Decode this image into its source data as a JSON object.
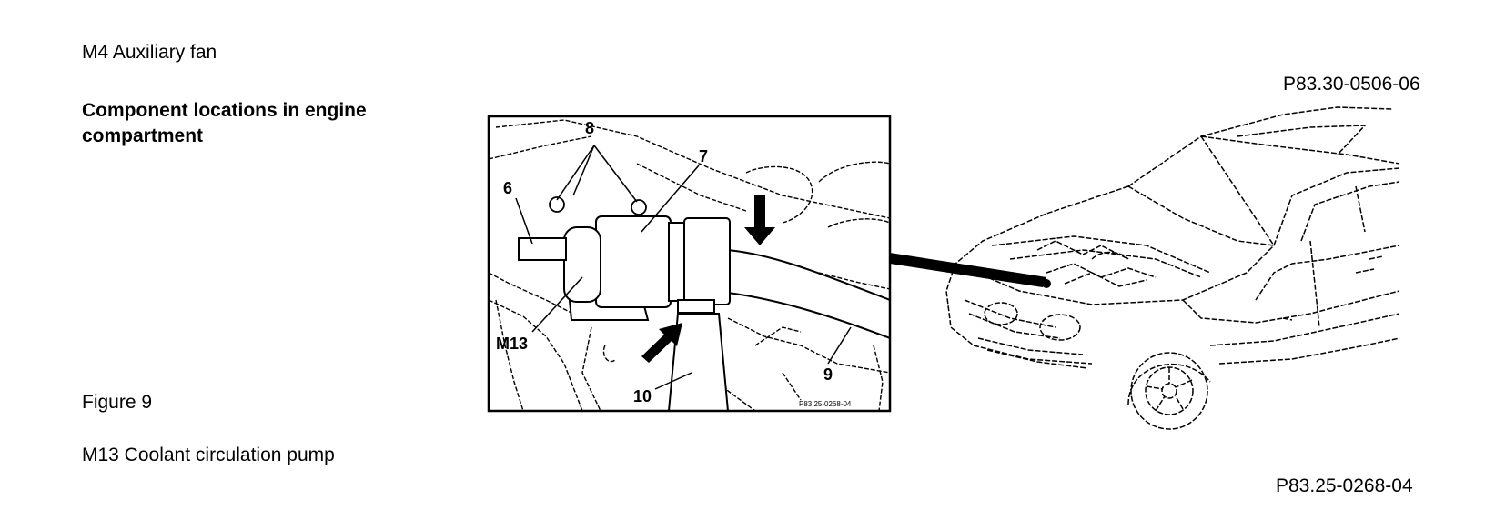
{
  "top_caption": "M4 Auxiliary fan",
  "heading": "Component locations in engine compartment",
  "top_reference": "P83.30-0506-06",
  "figure_label": "Figure 9",
  "bottom_caption": "M13 Coolant circulation pump",
  "bottom_reference": "P83.25-0268-04",
  "detail": {
    "callouts": {
      "c6": "6",
      "c7": "7",
      "c8": "8",
      "c9": "9",
      "c10": "10",
      "cm13": "M13"
    },
    "small_ref": "P83.25-0268-04"
  }
}
